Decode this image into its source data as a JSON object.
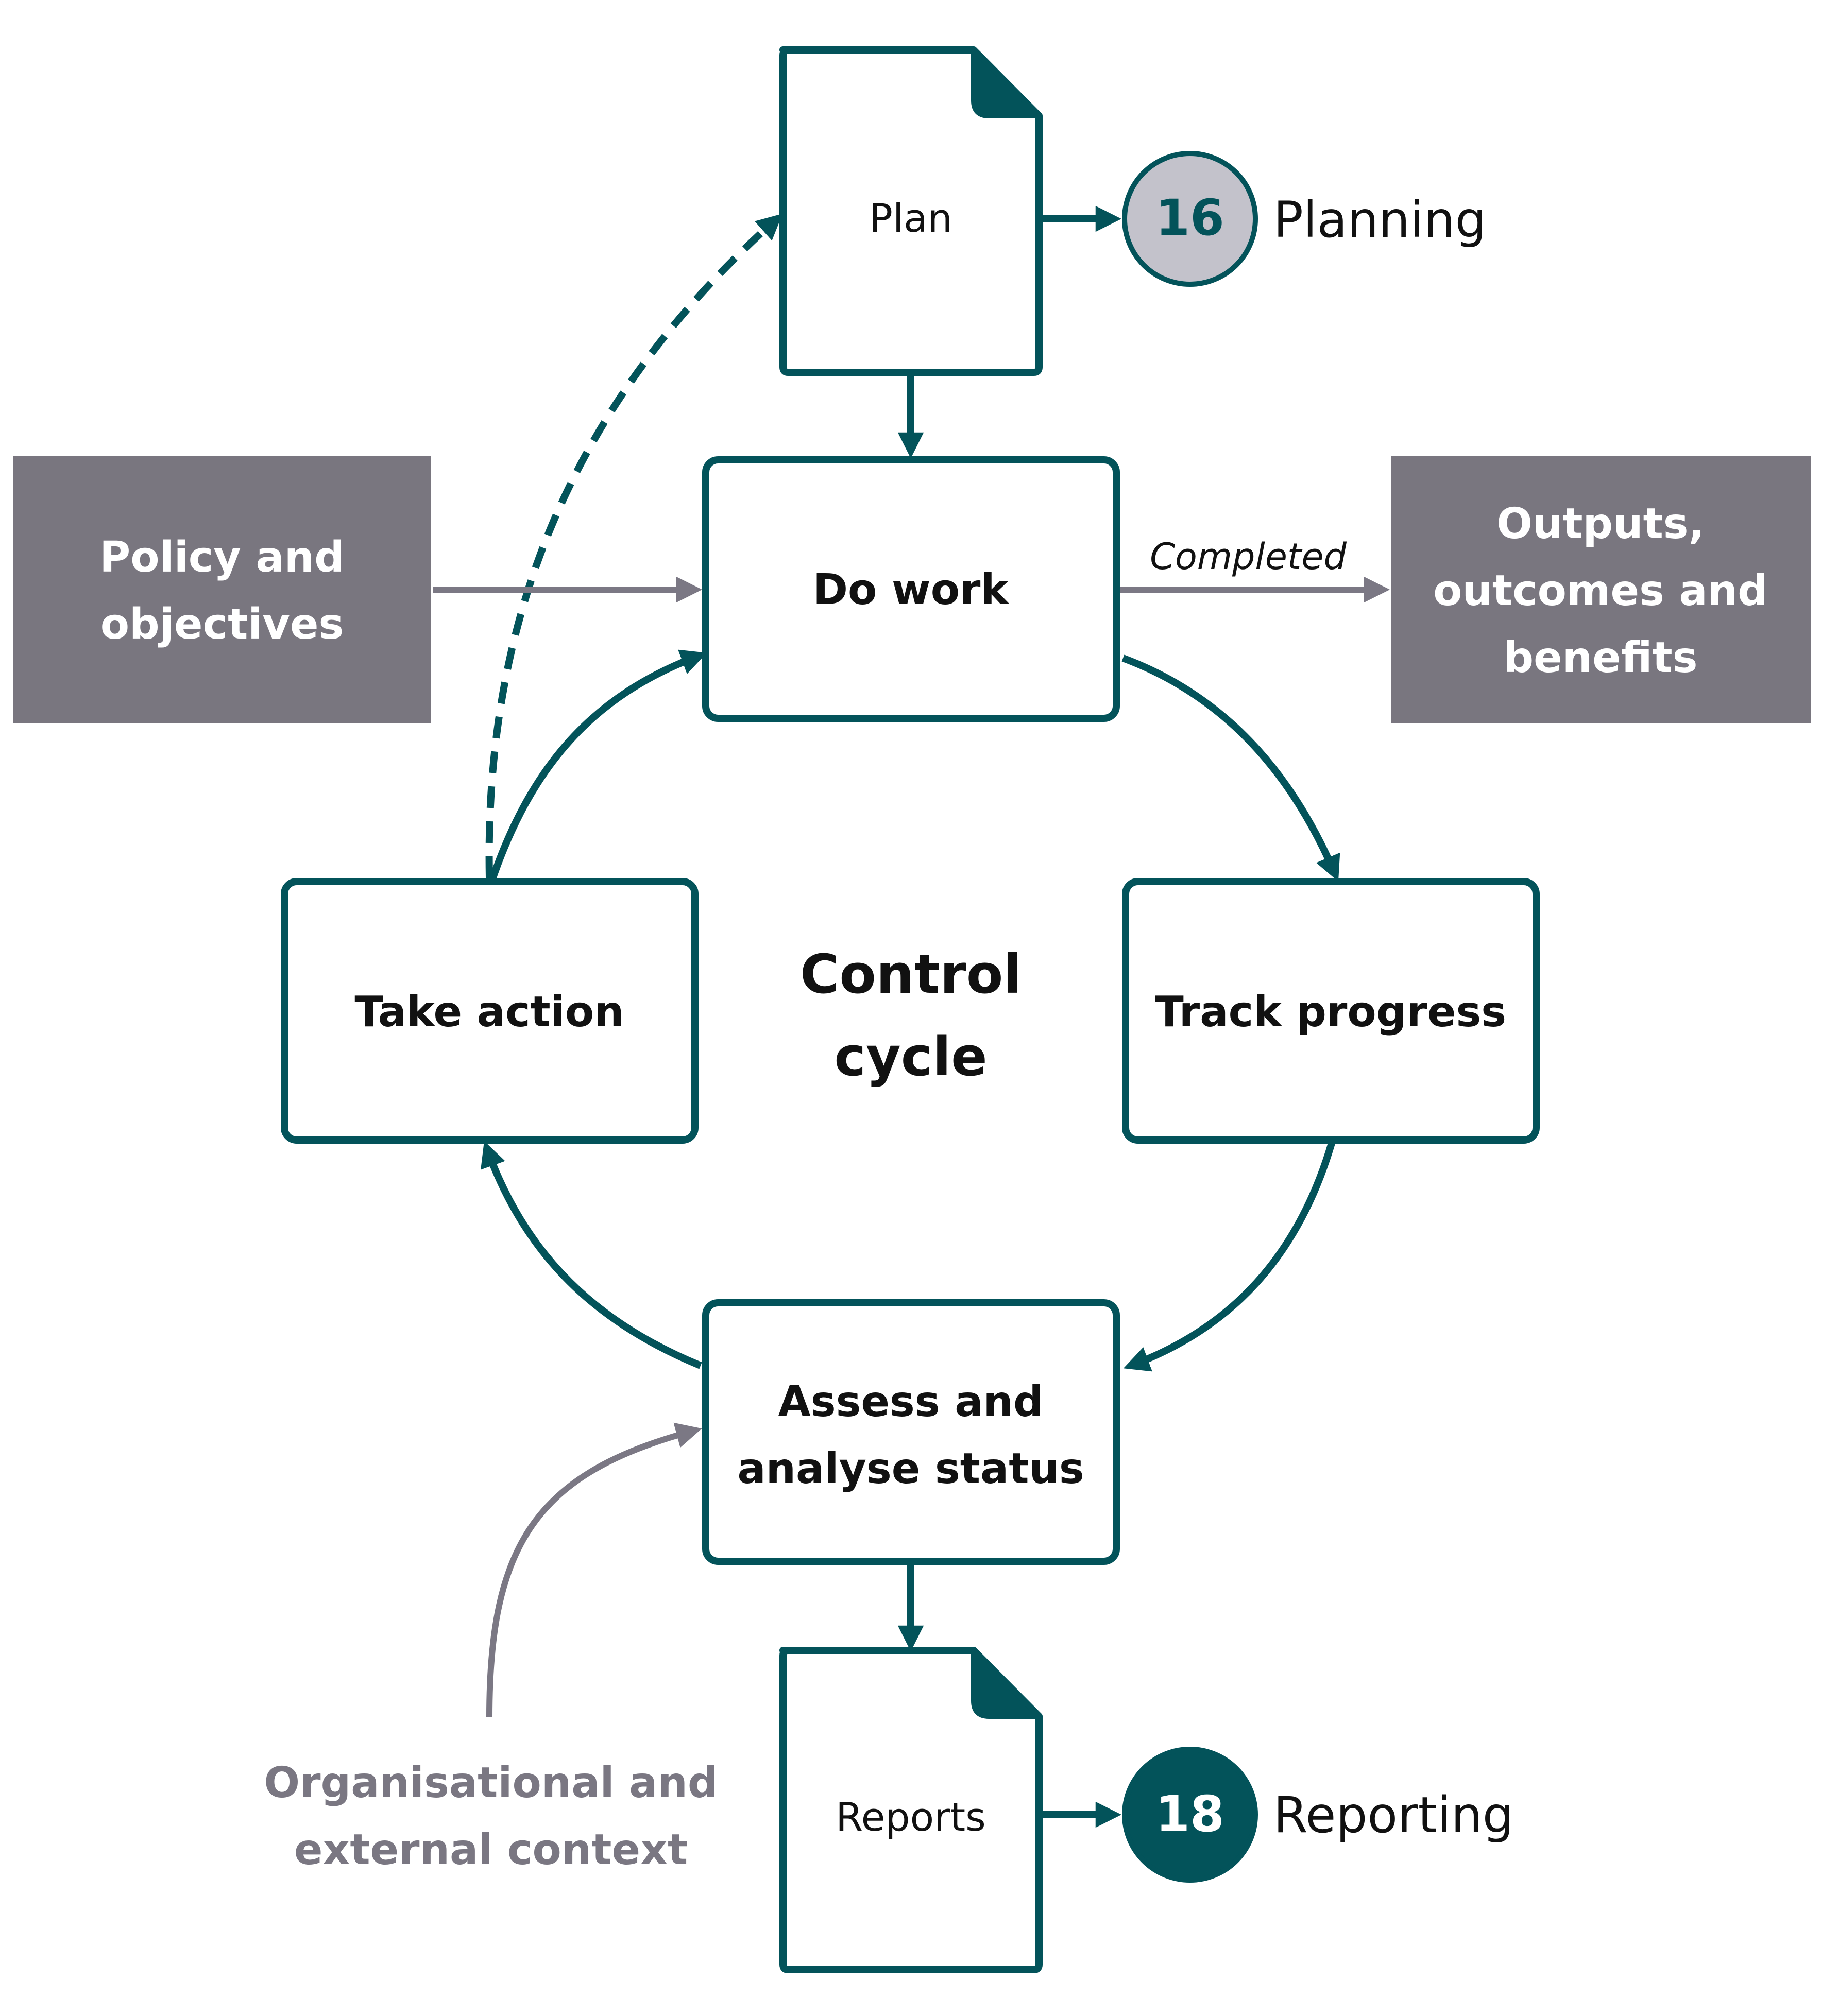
{
  "colors": {
    "teal": "#03535a",
    "grey_box": "#79767f",
    "grey_arrow": "#7b7884",
    "grey_text": "#7a7782",
    "circle_light": "#c3c2cb",
    "text_dark": "#111111"
  },
  "nodes": {
    "plan": "Plan",
    "do_work": "Do work",
    "track_progress": "Track progress",
    "assess_line1": "Assess and",
    "assess_line2": "analyse status",
    "take_action": "Take action",
    "reports": "Reports",
    "center_line1": "Control",
    "center_line2": "cycle"
  },
  "inputs": {
    "policy_line1": "Policy and",
    "policy_line2": "objectives",
    "context_line1": "Organisational and",
    "context_line2": "external context"
  },
  "outputs": {
    "line1": "Outputs,",
    "line2": "outcomes and",
    "line3": "benefits",
    "arrow_label": "Completed"
  },
  "references": {
    "planning_number": "16",
    "planning_label": "Planning",
    "reporting_number": "18",
    "reporting_label": "Reporting"
  }
}
